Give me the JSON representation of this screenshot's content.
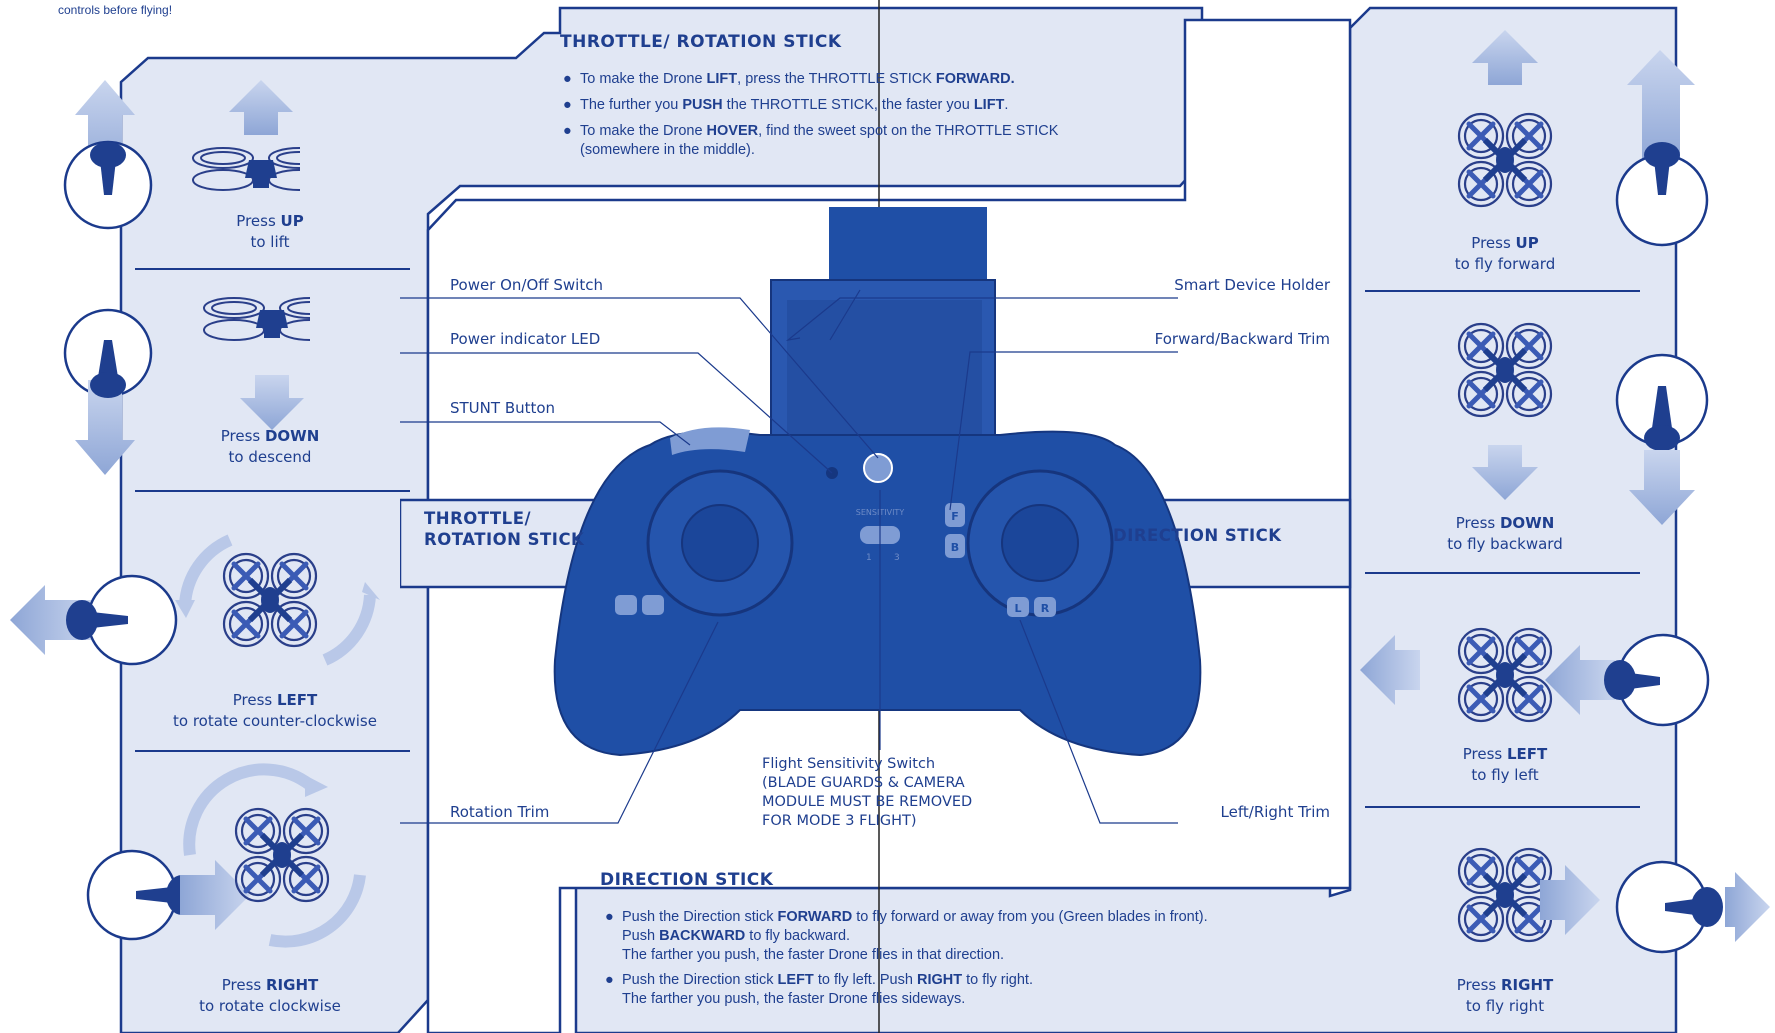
{
  "intro_text": "controls before flying!",
  "throttle_section": {
    "title": "THROTTLE/ ROTATION STICK",
    "bullets": [
      {
        "pre": "To make the Drone ",
        "kw1": "LIFT",
        "mid": ", press the THROTTLE STICK ",
        "kw2": "FORWARD.",
        "post": ""
      },
      {
        "pre": "The further you ",
        "kw1": "PUSH",
        "mid": " the THROTTLE STICK, the faster you ",
        "kw2": "LIFT",
        "post": "."
      },
      {
        "pre": "To make the Drone ",
        "kw1": "HOVER",
        "mid": ", find the sweet spot on the THROTTLE STICK",
        "kw2": "",
        "post": "",
        "line2": "(somewhere in the middle)."
      }
    ]
  },
  "direction_section": {
    "title": "DIRECTION STICK",
    "bullets": [
      {
        "line1_pre": "Push the Direction stick ",
        "line1_kw": "FORWARD",
        "line1_post": " to fly forward or away from you (Green blades in front).",
        "line2_pre": "Push ",
        "line2_kw": "BACKWARD",
        "line2_post": " to fly backward.",
        "line3": "The farther you push, the faster Drone flies in that direction."
      },
      {
        "line1_pre": "Push the Direction stick ",
        "line1_kw": "LEFT",
        "line1_mid": " to fly left. Push ",
        "line1_kw2": "RIGHT",
        "line1_post": " to fly right.",
        "line2": "The farther you push, the faster Drone flies sideways."
      }
    ]
  },
  "left_panel": [
    {
      "press": "Press ",
      "dir": "UP",
      "action": "to lift"
    },
    {
      "press": "Press ",
      "dir": "DOWN",
      "action": "to descend"
    },
    {
      "press": "Press ",
      "dir": "LEFT",
      "action": "to rotate counter-clockwise"
    },
    {
      "press": "Press ",
      "dir": "RIGHT",
      "action": "to rotate clockwise"
    }
  ],
  "right_panel": [
    {
      "press": "Press ",
      "dir": "UP",
      "action": "to fly forward"
    },
    {
      "press": "Press ",
      "dir": "DOWN",
      "action": "to fly backward"
    },
    {
      "press": "Press ",
      "dir": "LEFT",
      "action": "to fly left"
    },
    {
      "press": "Press ",
      "dir": "RIGHT",
      "action": "to fly right"
    }
  ],
  "tabs": {
    "left_line1": "THROTTLE/",
    "left_line2": "ROTATION STICK",
    "right": "DIRECTION STICK"
  },
  "controller_labels": {
    "power_switch": "Power On/Off Switch",
    "power_led": "Power indicator LED",
    "stunt_button": "STUNT Button",
    "rotation_trim": "Rotation Trim",
    "device_holder": "Smart Device Holder",
    "fb_trim": "Forward/Backward Trim",
    "lr_trim": "Left/Right Trim",
    "sensitivity_lines": [
      "Flight Sensitivity Switch",
      "(BLADE GUARDS & CAMERA",
      "MODULE MUST BE REMOVED",
      "FOR MODE 3 FLIGHT)"
    ]
  },
  "controller_markings": {
    "sensitivity": "SENSITIVITY",
    "mode1": "1",
    "mode3": "3",
    "btn_f": "F",
    "btn_b": "B",
    "btn_l": "L",
    "btn_r": "R"
  },
  "colors": {
    "controller": "#1f4fa6",
    "panel_fill": "#e1e7f4",
    "outline": "#1b3a8c",
    "arrow": "#9eb2dc"
  }
}
